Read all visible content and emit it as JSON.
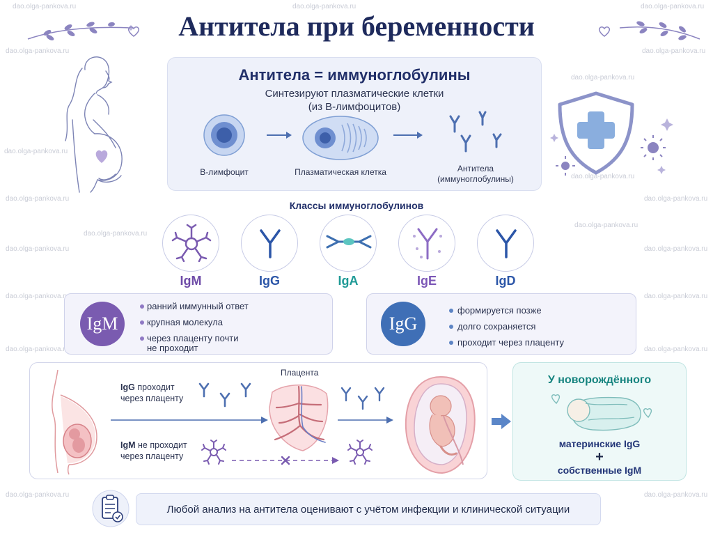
{
  "watermark": "dao.olga-pankova.ru",
  "title": "Антитела при беременности",
  "synthesis": {
    "heading": "Антитела = иммуноглобулины",
    "subtitle_line1": "Синтезируют плазматические клетки",
    "subtitle_line2": "(из В-лимфоцитов)",
    "steps": [
      {
        "label": "В-лимфоцит"
      },
      {
        "label": "Плазматическая клетка"
      },
      {
        "label_line1": "Антитела",
        "label_line2": "(иммуноглобулины)"
      }
    ]
  },
  "classes": {
    "title": "Классы иммуноглобулинов",
    "items": [
      {
        "name": "IgM",
        "color": "#6f4ca8"
      },
      {
        "name": "IgG",
        "color": "#2c56a8"
      },
      {
        "name": "IgA",
        "color": "#1f9a96"
      },
      {
        "name": "IgE",
        "color": "#7b56b6"
      },
      {
        "name": "IgD",
        "color": "#2c56a8"
      }
    ]
  },
  "igm_card": {
    "badge": "IgM",
    "color": "#7a5bb0",
    "bullets": [
      "ранний иммунный ответ",
      "крупная молекула",
      "через плаценту почти",
      "не проходит"
    ]
  },
  "igg_card": {
    "badge": "IgG",
    "color": "#3f6fb6",
    "bullets": [
      "формируется позже",
      "долго сохраняется",
      "проходит через плаценту"
    ]
  },
  "placenta_flow": {
    "placenta_label": "Плацента",
    "igg_name": "IgG",
    "igg_text_1": "проходит",
    "igg_text_2": "через плаценту",
    "igm_name": "IgM",
    "igm_text_1": "не проходит",
    "igm_text_2": "через плаценту"
  },
  "newborn": {
    "title": "У новорождённого",
    "line1": "материнские IgG",
    "plus": "+",
    "line2": "собственные IgM"
  },
  "note": "Любой анализ на антитела оценивают с учётом инфекции и клинической ситуации"
}
